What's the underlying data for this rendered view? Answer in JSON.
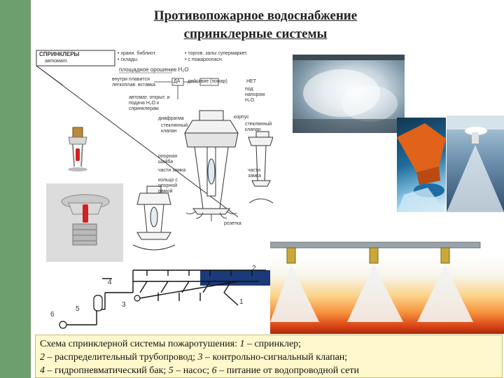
{
  "title": {
    "line1": "Противопожарное водоснабжение",
    "line2": "спринклерные системы"
  },
  "diagram": {
    "header_left_1": "СПРИНКЛЕРЫ",
    "header_left_2": "автомат.",
    "header_right_1": "• храни. библиот.",
    "header_right_2": "• склады",
    "header_right_3": "• торгов. залы супермаркет.",
    "header_right_4": "• с пожароопасн.",
    "area": "площадное орошение H₂O",
    "inside": "внутри плавится легкоплав. вставка",
    "yes": "ДА",
    "action": "действие (пожар)",
    "no": "НЕТ",
    "pressure": "под напором H₂O",
    "auto_open": "автомат. открыт. и подача H₂O к спринклерам",
    "case": "корпус",
    "diaphragm": "диафрагма",
    "glass_pin": "стеклянный клапан",
    "support_washer": "опорная шайба",
    "lock_parts": "части замка",
    "lock_ring": "кольцо с опорной рамой",
    "rosette": "розетка",
    "lock_parts_2": "части замка",
    "glass_valve": "стеклянный клапан"
  },
  "schematic": {
    "label_1": "1",
    "label_2": "2",
    "label_3": "3",
    "label_4": "4",
    "label_5": "5",
    "label_6": "6"
  },
  "caption": {
    "prefix": "Схема спринклерной системы пожаротушения: ",
    "n1": "1",
    "t1": " – спринклер;",
    "n2": "2",
    "t2": " – распределительный трубопровод; ",
    "n3": "3",
    "t3": " – контрольно-сигнальный клапан;",
    "n4": "4",
    "t4": " – гидропневматический бак; ",
    "n5": "5",
    "t5": " – насос; ",
    "n6": "6",
    "t6": " – питание от водопроводной сети"
  },
  "colors": {
    "stripe": "#6d9e6d",
    "caption_bg": "#fff8cc",
    "schematic_box": "#1a3a7a",
    "sprinkler_bulb": "#d32020"
  }
}
